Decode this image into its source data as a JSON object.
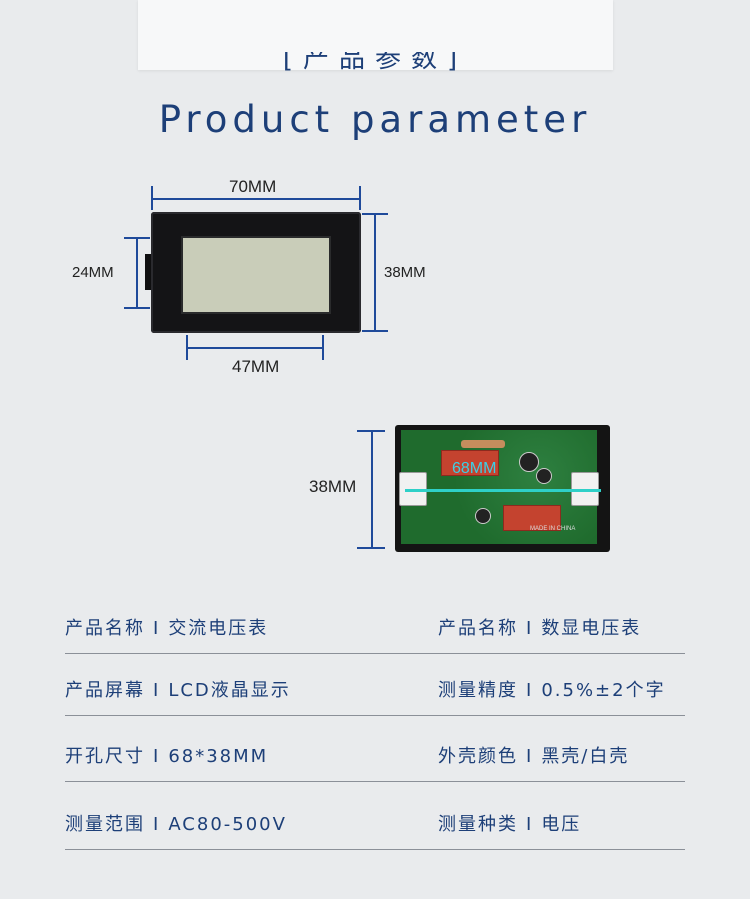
{
  "header": {
    "title_cn": "[产品参数]",
    "title_en": "Product parameter"
  },
  "dimensions": {
    "width_top": "70MM",
    "left_height": "24MM",
    "right_height": "38MM",
    "window_width": "47MM",
    "pcb_height": "38MM",
    "pcb_width": "68MM",
    "pcb_marking": "MADE IN CHINA"
  },
  "specs": [
    {
      "label": "产品名称",
      "sep": "I",
      "value": "交流电压表"
    },
    {
      "label": "产品名称",
      "sep": "I",
      "value": "数显电压表"
    },
    {
      "label": "产品屏幕",
      "sep": "I",
      "value": "LCD液晶显示"
    },
    {
      "label": "测量精度",
      "sep": "I",
      "value": "0.5%±2个字"
    },
    {
      "label": "开孔尺寸",
      "sep": "I",
      "value": "68*38MM"
    },
    {
      "label": "外壳颜色",
      "sep": "I",
      "value": "黑壳/白壳"
    },
    {
      "label": "测量范围",
      "sep": "I",
      "value": "AC80-500V"
    },
    {
      "label": "测量种类",
      "sep": "I",
      "value": "电压"
    }
  ],
  "colors": {
    "background": "#e9ebed",
    "text": "#1d3f78",
    "measure_line": "#1f4a9a",
    "lcd": "#c9cdb9",
    "pcb": "#1f6b2d"
  }
}
